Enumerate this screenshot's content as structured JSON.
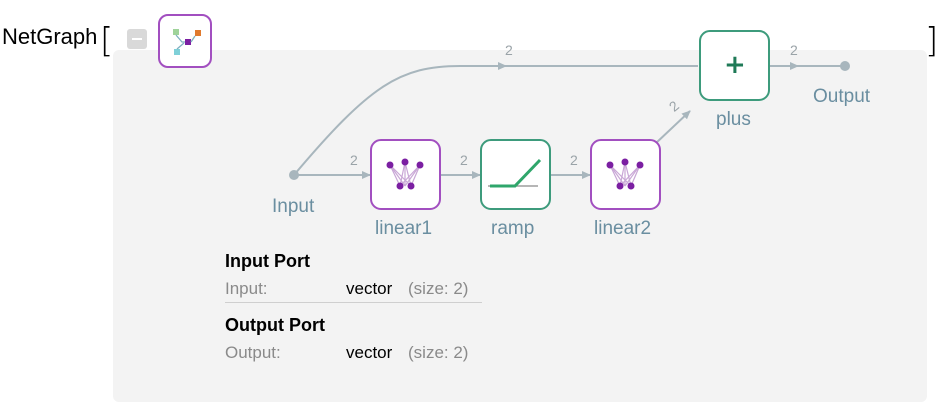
{
  "title": "NetGraph",
  "brackets": {
    "open": "[",
    "close": "]"
  },
  "nodes": {
    "input": "Input",
    "linear1": "linear1",
    "ramp": "ramp",
    "linear2": "linear2",
    "plus": "plus",
    "output": "Output",
    "plus_symbol": "+"
  },
  "edge_dims": {
    "input_to_plus": "2",
    "input_to_linear1": "2",
    "linear1_to_ramp": "2",
    "ramp_to_linear2": "2",
    "linear2_to_plus": "2",
    "plus_to_output": "2"
  },
  "ports": {
    "input_section": {
      "title": "Input Port",
      "key": "Input:",
      "type": "vector",
      "size": "(size: 2)"
    },
    "output_section": {
      "title": "Output Port",
      "key": "Output:",
      "type": "vector",
      "size": "(size: 2)"
    }
  },
  "colors": {
    "panel_bg": "#f3f3f3",
    "linear_border": "#a24fc0",
    "linear_dots": "#7b1fa2",
    "ramp_border": "#3d9b7c",
    "edge": "#a8b6bd",
    "label": "#6a8ea0"
  },
  "icons": {
    "collapse": "minus-square-icon",
    "net": "netgraph-icon",
    "linear": "linear-layer-icon",
    "ramp": "ramp-activation-icon",
    "plus": "plus-icon"
  }
}
